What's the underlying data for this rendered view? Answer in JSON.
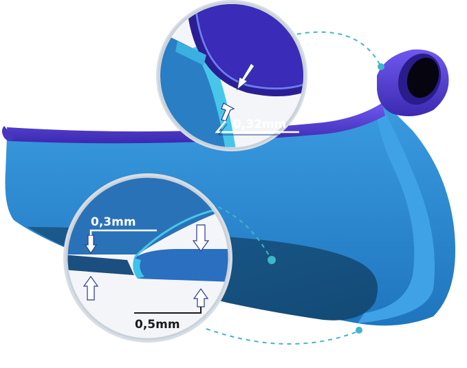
{
  "annotations": {
    "wall_thickness_top": "0,32mm",
    "floor_thickness": "0,3mm",
    "wall_thickness_bottom": "0,5mm"
  },
  "colors": {
    "pool_outer": "#2f8fd6",
    "pool_inner": "#1f6fb3",
    "pool_floor": "#1c5e93",
    "ring_purple": "#5a3fd6",
    "ring_shadow": "#3a2aa0",
    "callout_line": "#3fb6c9",
    "lens_bg": "#eef1f5"
  },
  "icons": [
    "arrow-down-icon",
    "arrow-up-icon"
  ]
}
